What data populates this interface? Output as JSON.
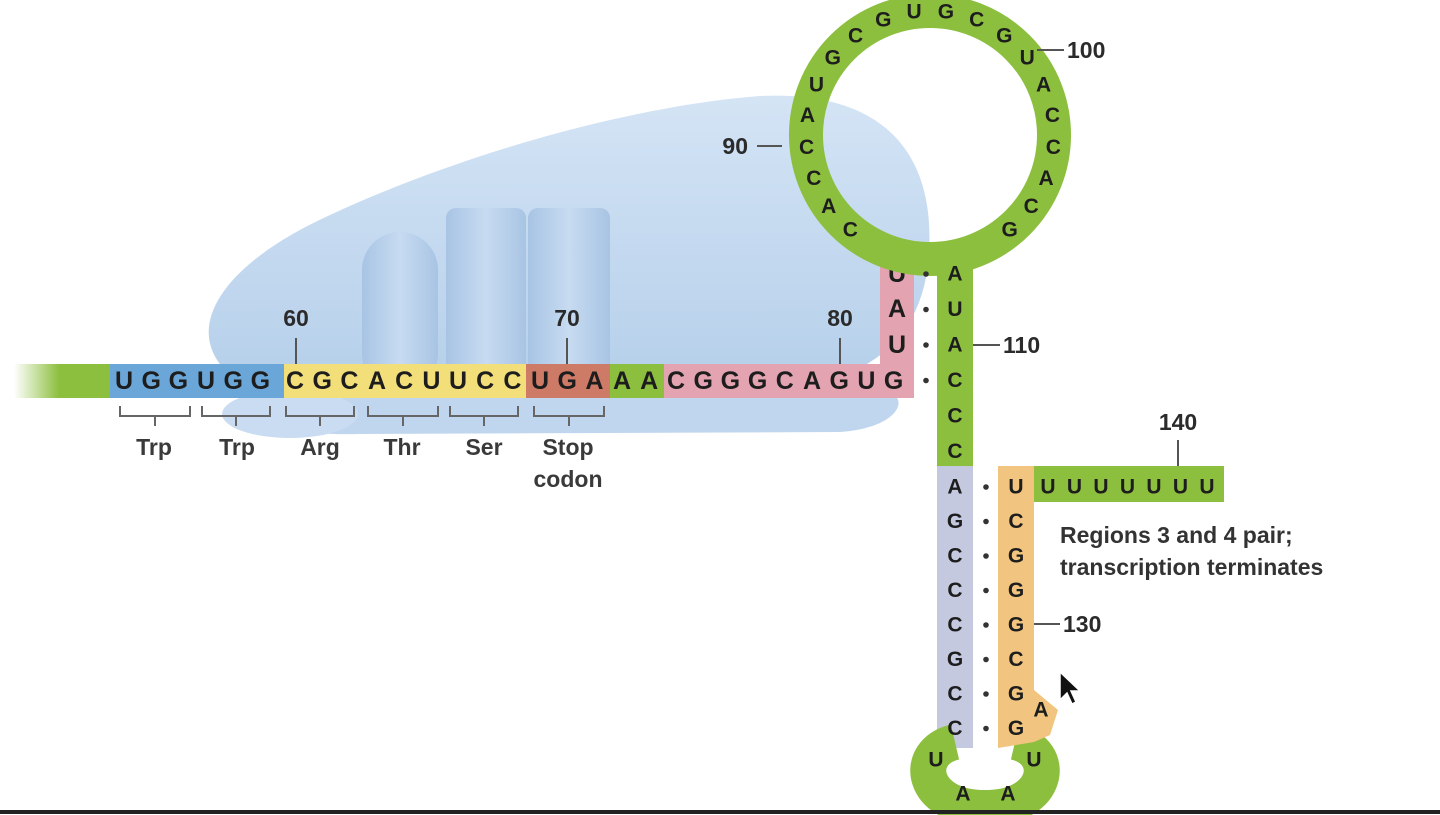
{
  "colors": {
    "green": "#8dbf3f",
    "blue": "#6aa7d8",
    "yellow": "#f2df7a",
    "red": "#cd7a67",
    "pink": "#e3a3b1",
    "lavender": "#c5c9df",
    "orange": "#f1c57f",
    "ribosome": "#c3d9ef"
  },
  "mrna": {
    "trp1": "UGG",
    "trp2": "UGG",
    "arg": "CGC",
    "thr": "ACU",
    "ser": "UCC",
    "stop": "UGA",
    "spacer": "AA",
    "region3_left": "CGGGCAGUG",
    "region3_up": "UAU"
  },
  "codon_labels": {
    "trp1": "Trp",
    "trp2": "Trp",
    "arg": "Arg",
    "thr": "Thr",
    "ser": "Ser",
    "stop_line1": "Stop",
    "stop_line2": "codon"
  },
  "loop_sequence": [
    "C",
    "A",
    "C",
    "C",
    "A",
    "U",
    "G",
    "C",
    "G",
    "U",
    "G",
    "C",
    "G",
    "U",
    "A",
    "C",
    "C",
    "A",
    "C",
    "G"
  ],
  "stem_right_green": [
    "A",
    "U",
    "A",
    "C",
    "C",
    "C"
  ],
  "stem_left_lavender": [
    "A",
    "G",
    "C",
    "C",
    "C",
    "G",
    "C",
    "C"
  ],
  "hairpin_loop": [
    "U",
    "A",
    "A",
    "U"
  ],
  "region4": [
    "U",
    "C",
    "G",
    "G",
    "G",
    "C",
    "G",
    "G"
  ],
  "bulge": "A",
  "tail": "UUUUUUU",
  "numbers": {
    "n60": "60",
    "n70": "70",
    "n80": "80",
    "n90": "90",
    "n100": "100",
    "n110": "110",
    "n130": "130",
    "n140": "140"
  },
  "note": {
    "line1": "Regions 3 and 4 pair;",
    "line2": "transcription terminates"
  }
}
